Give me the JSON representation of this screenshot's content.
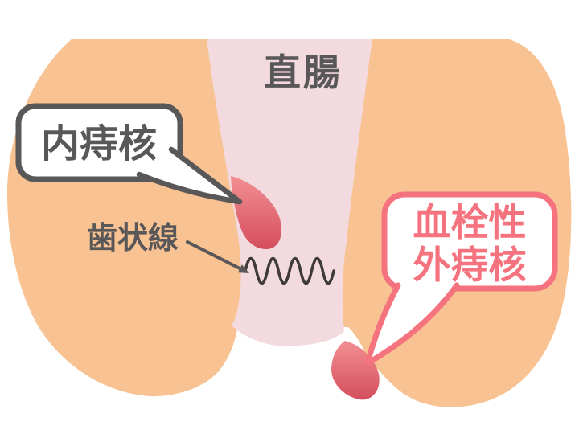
{
  "figure": {
    "type": "medical-illustration",
    "subject": "hemorrhoid-anatomy",
    "labels": {
      "rectum": "直腸",
      "internal_hemorrhoid": "内痔核",
      "dentate_line": "歯状線",
      "external_hemorrhoid_line1": "血栓性",
      "external_hemorrhoid_line2": "外痔核"
    },
    "colors": {
      "background": "#ffffff",
      "skin": "#F8C292",
      "anal_canal": "#F2DADE",
      "hemorrhoid_light": "#F08A8F",
      "hemorrhoid_dark": "#D6515F",
      "outline_gray": "#595757",
      "accent_pink": "#F4737E",
      "dentate_wave": "#3E3A39",
      "bubble_fill": "#ffffff"
    }
  }
}
